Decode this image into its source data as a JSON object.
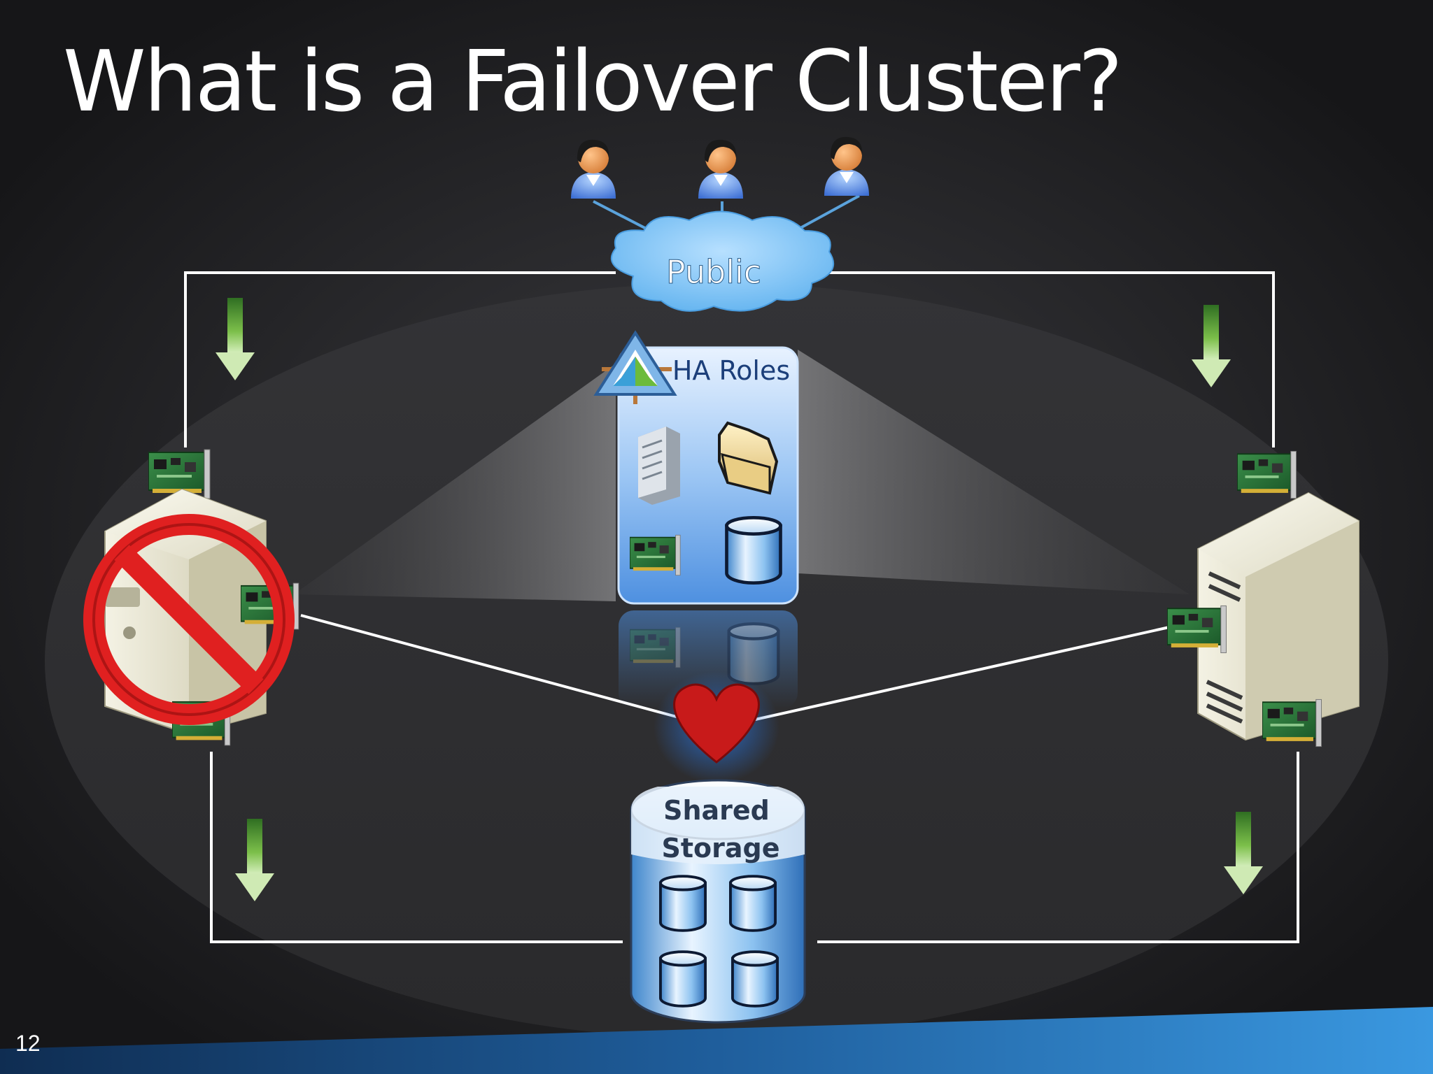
{
  "slide": {
    "title": "What is a Failover Cluster?",
    "number": "12"
  },
  "diagram": {
    "users": [
      {
        "icon": "user-icon"
      },
      {
        "icon": "user-icon"
      },
      {
        "icon": "user-icon"
      }
    ],
    "public_network": {
      "label": "Public",
      "icon": "cloud-icon"
    },
    "ha_roles": {
      "label": "HA Roles",
      "icons": [
        "cluster-logo-icon",
        "server-icon",
        "folder-icon",
        "network-card-icon",
        "database-icon"
      ]
    },
    "heartbeat": {
      "icon": "heart-icon"
    },
    "shared_storage": {
      "label_line1": "Shared",
      "label_line2": "Storage",
      "icon": "storage-cylinder-icon"
    },
    "nodes": [
      {
        "status": "failed",
        "icon": "server-tower-icon",
        "overlay_icon": "prohibited-icon"
      },
      {
        "status": "active",
        "icon": "server-tower-icon"
      }
    ],
    "colors": {
      "background": "#1b1b1d",
      "connector_line": "#ffffff",
      "user_link": "#5ba3dc",
      "arrow": "#69a840",
      "heart": "#c81a1a",
      "prohibited": "#e02020",
      "cloud": "#7cc4f2",
      "footer_accent": "#2a7dc0"
    }
  }
}
